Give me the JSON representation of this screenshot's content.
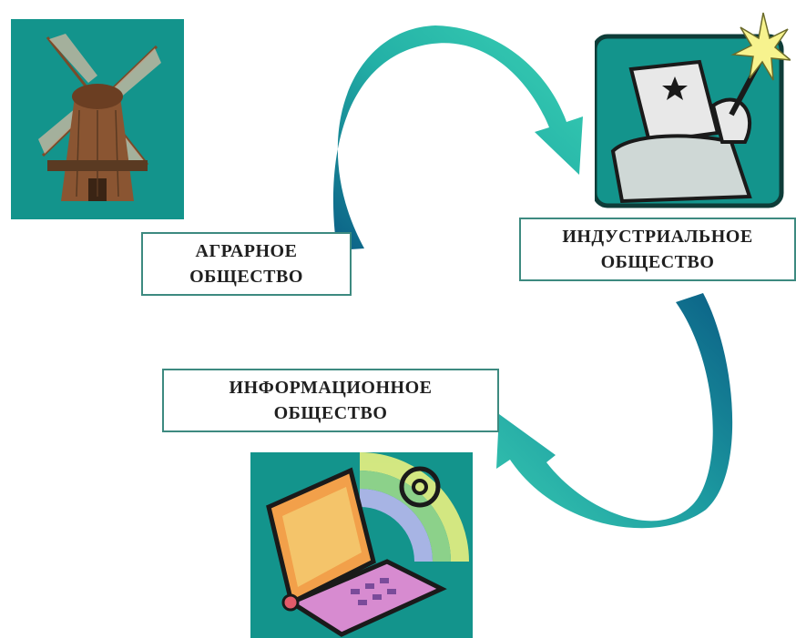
{
  "labels": {
    "agrarian": [
      "АГРАРНОЕ",
      "ОБЩЕСТВО"
    ],
    "industrial": [
      "ИНДУСТРИАЛЬНОЕ",
      "ОБЩЕСТВО"
    ],
    "information": [
      "ИНФОРМАЦИОННОЕ",
      "ОБЩЕСТВО"
    ]
  },
  "colors": {
    "panel_bg": "#13948c",
    "arrow_dark": "#0b5f86",
    "arrow_light": "#33c9b0",
    "label_border": "#3d8a80"
  },
  "illustrations": {
    "agrarian": "windmill",
    "industrial": "welder-with-spark",
    "information": "laptop-with-at-sign"
  }
}
